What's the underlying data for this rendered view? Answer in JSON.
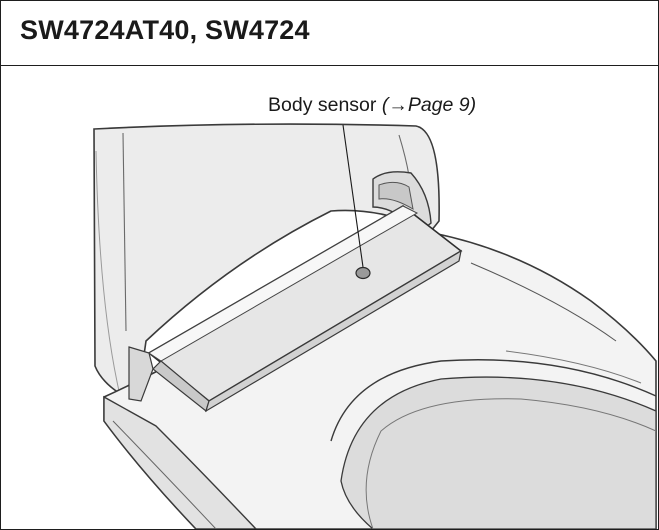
{
  "header": {
    "title": "SW4724AT40, SW4724"
  },
  "callout": {
    "label": "Body sensor",
    "reference": "(→Page 9)"
  }
}
